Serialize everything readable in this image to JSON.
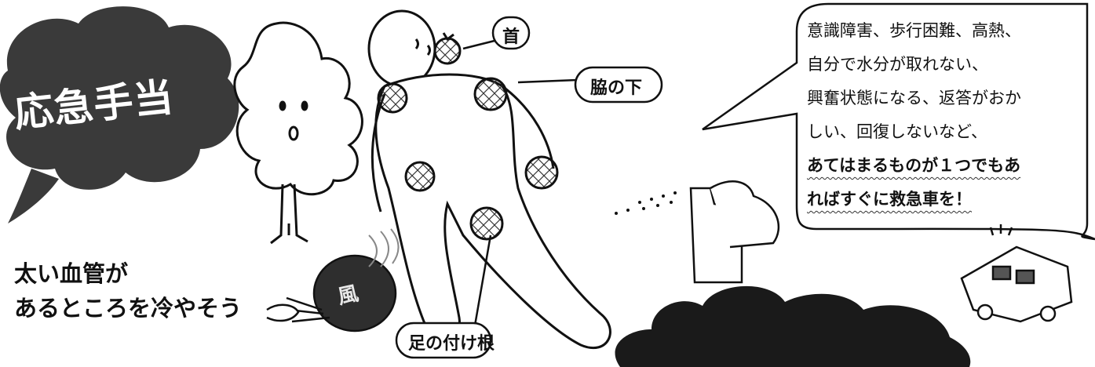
{
  "title_cloud": {
    "text": "応急手当"
  },
  "caption": {
    "line1": "太い血管が",
    "line2": "あるところを冷やそう"
  },
  "labels": {
    "neck": "首",
    "armpit": "脇の下",
    "groin": "足の付け根"
  },
  "fan": {
    "char": "風"
  },
  "speech_bubble": {
    "lines": [
      "意識障害、歩行困難、高熱、",
      "自分で水分が取れない、",
      "興奮状態になる、返答がおか",
      "しい、回復しないなど、"
    ],
    "emphasis": [
      "あてはまるものが１つでもあ",
      "ればすぐに救急車を！"
    ]
  }
}
